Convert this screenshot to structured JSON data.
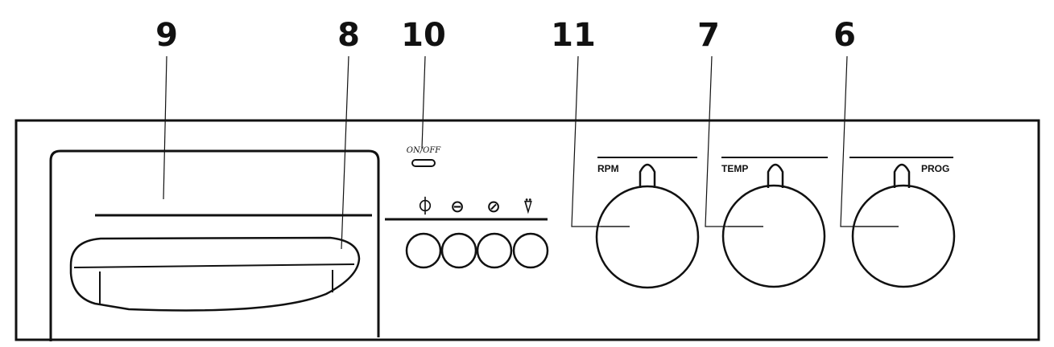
{
  "callouts": {
    "drawer": "9",
    "drawer_handle": "8",
    "indicator_light": "10",
    "rpm_knob": "11",
    "temp_knob": "7",
    "prog_knob": "6"
  },
  "knob_labels": {
    "rpm": "RPM",
    "temp": "TEMP",
    "prog": "PROG"
  },
  "indicator_label": "ON/OFF",
  "button_symbols": {
    "on_off": "⏀",
    "button_2": "⊖",
    "button_3": "⊘",
    "button_4": "⍢"
  }
}
